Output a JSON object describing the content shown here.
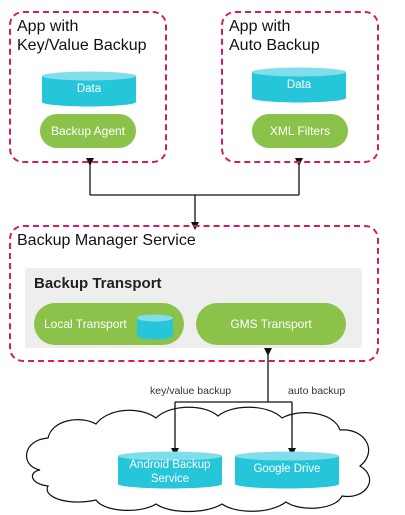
{
  "app_kv": {
    "title_line1": "App with",
    "title_line2": "Key/Value Backup",
    "data_label": "Data",
    "agent_label": "Backup Agent"
  },
  "app_auto": {
    "title_line1": "App with",
    "title_line2": "Auto Backup",
    "data_label": "Data",
    "filter_label": "XML Filters"
  },
  "manager": {
    "title": "Backup Manager Service"
  },
  "transport": {
    "title": "Backup Transport",
    "local_label": "Local Transport",
    "gms_label": "GMS Transport"
  },
  "edges": {
    "kv_label": "key/value backup",
    "auto_label": "auto backup"
  },
  "cloud": {
    "android_line1": "Android Backup",
    "android_line2": "Service",
    "drive_label": "Google Drive"
  },
  "colors": {
    "dash": "#d81b60",
    "green": "#8bc34a",
    "cyan": "#26c6da",
    "gray": "#eeeeee"
  }
}
